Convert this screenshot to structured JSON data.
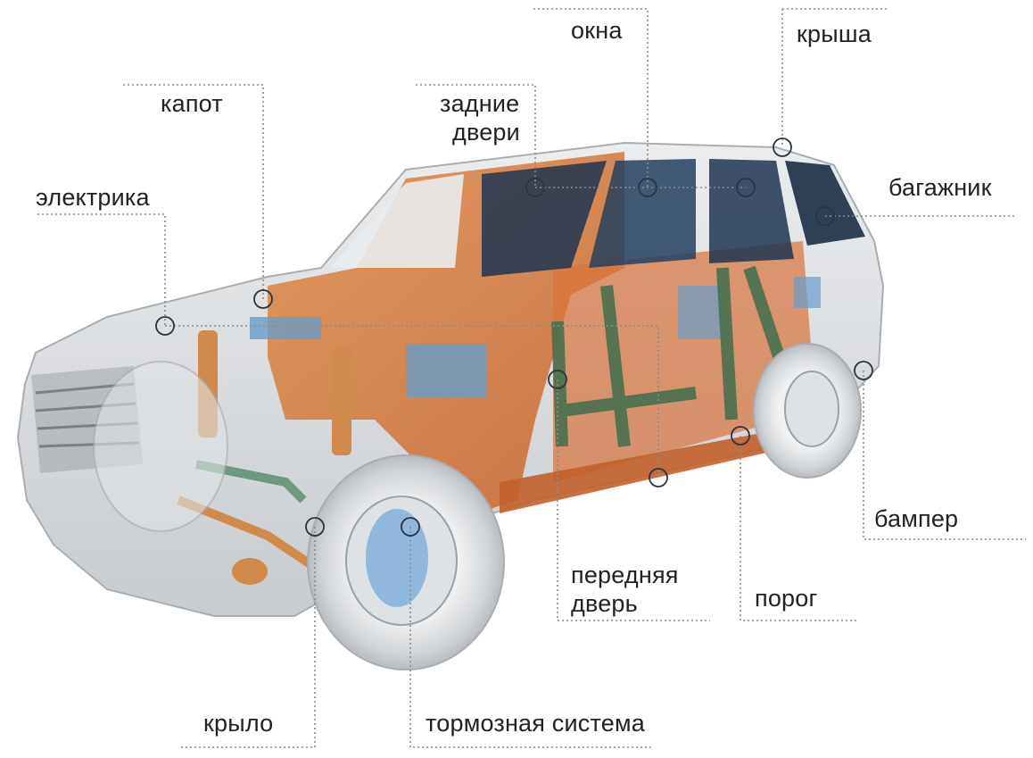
{
  "colors": {
    "leader_line": "#8a8a8a",
    "marker_stroke": "#2b3440",
    "body_shell": "#cfd3d6",
    "frame_orange": "#d97a35",
    "window_navy": "#1f3550",
    "module_blue": "#6a9cc7",
    "module_green": "#3f6e4e",
    "tire": "#d9dcde"
  },
  "labels": {
    "kapot": "капот",
    "elektrika": "электрика",
    "zadnie_dveri_line1": "задние",
    "zadnie_dveri_line2": "двери",
    "okna": "окна",
    "krysha": "крыша",
    "bagazhnik": "багажник",
    "bamper": "бампер",
    "perednyaya_dver_line1": "передняя",
    "perednyaya_dver_line2": "дверь",
    "porog": "порог",
    "krylo": "крыло",
    "tormoznaya_sistema": "тормозная система"
  }
}
